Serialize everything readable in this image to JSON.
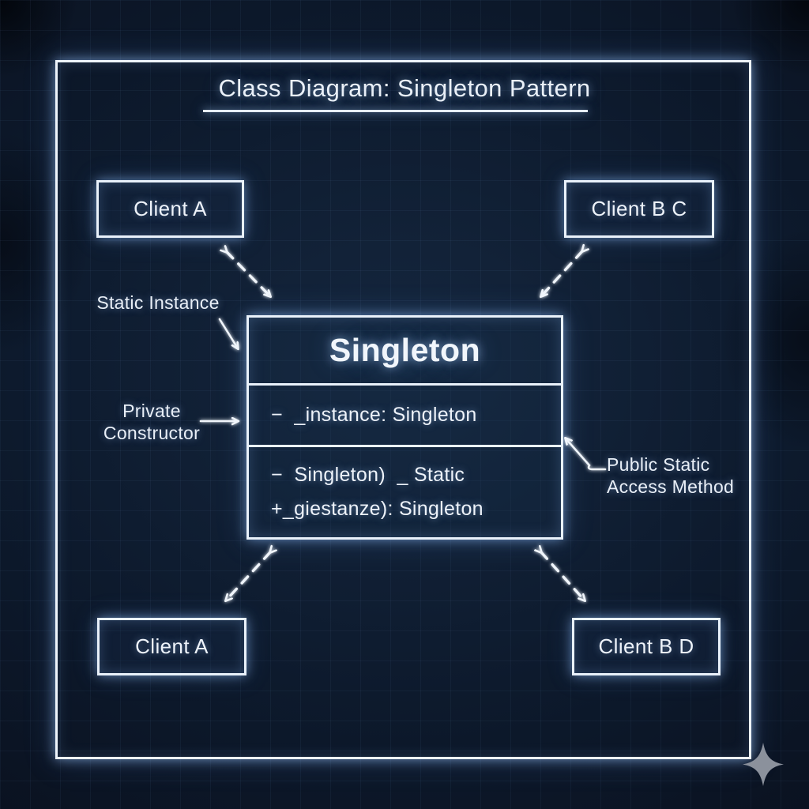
{
  "title": {
    "text": "Class Diagram: Singleton Pattern"
  },
  "clients": {
    "top_left": "Client A",
    "top_right": "Client B C",
    "bottom_left": "Client A",
    "bottom_right": "Client B D"
  },
  "singleton": {
    "name": "Singleton",
    "attributes": [
      "−  _instance: Singleton"
    ],
    "methods": [
      "−  Singleton)  _ Static",
      "+_giestanze): Singleton"
    ]
  },
  "annotations": {
    "static_instance": "Static Instance",
    "private_constructor_line1": "Private",
    "private_constructor_line2": "Constructor",
    "public_static_line1": "Public Static",
    "public_static_line2": "Access Method"
  },
  "icons": {
    "sparkle": "four-pointed-star"
  },
  "colors": {
    "background": "#0d1a2d",
    "line": "#eef4fb",
    "text": "#e8eef6",
    "sparkle": "#8b919c"
  }
}
